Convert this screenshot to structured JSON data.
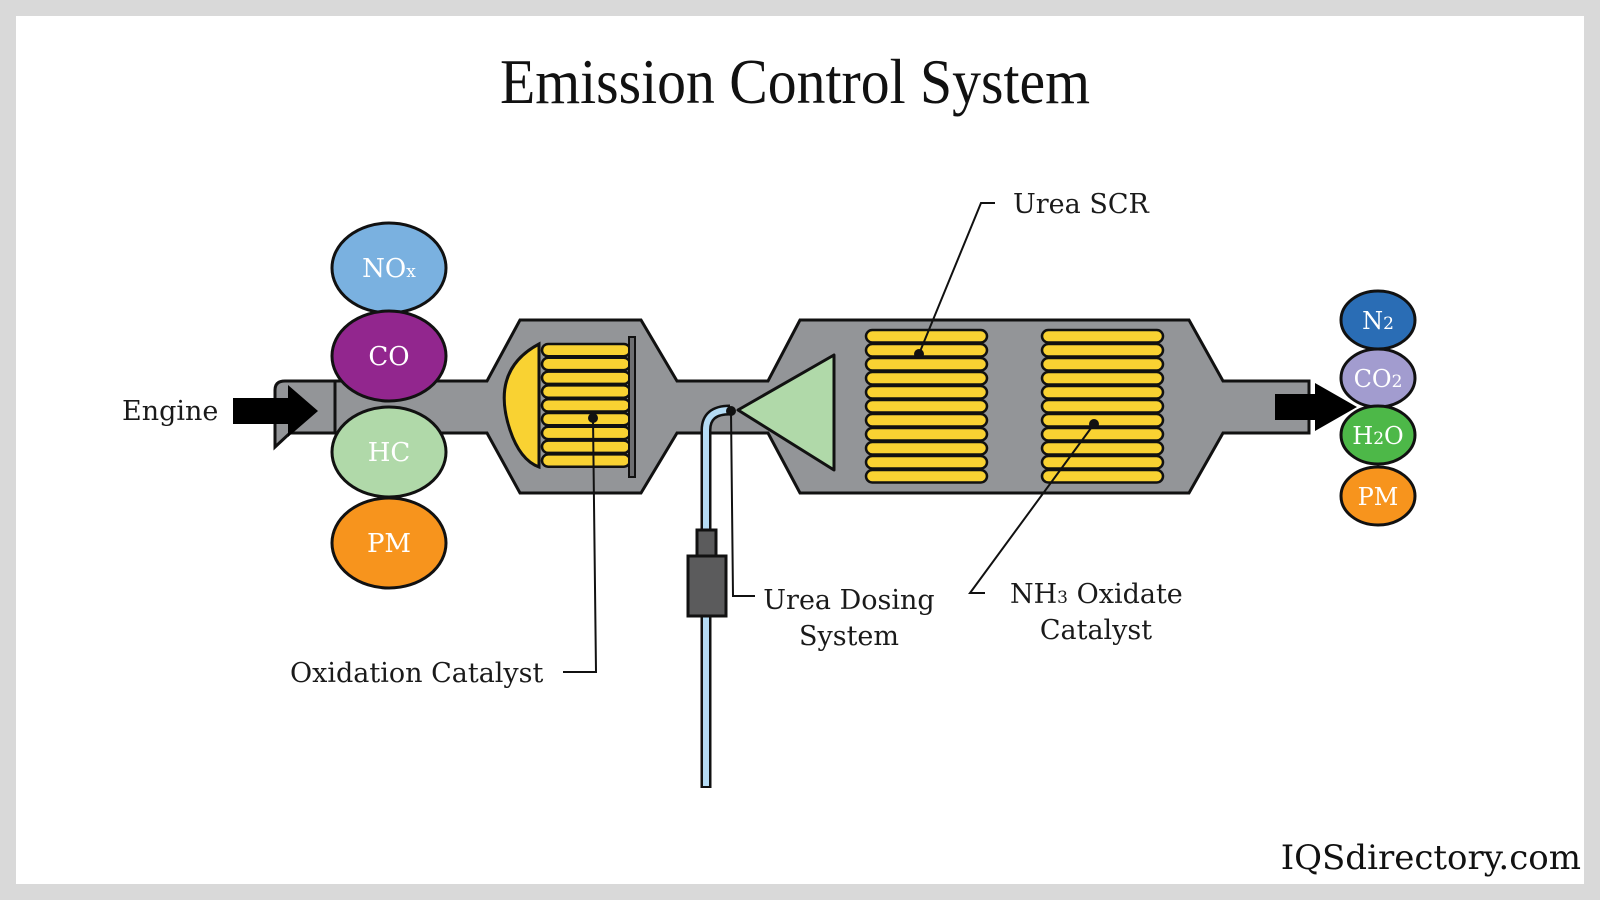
{
  "title": "Emission Control System",
  "watermark": "IQSdirectory.com",
  "colors": {
    "background_frame": "#d9d9d9",
    "shell": "#939598",
    "catalyst_brick": "#f9d232",
    "diffuser": "#b0d9a9",
    "urea_line": "#b5dcf5",
    "doser": "#5b5b5c",
    "outline": "#111111"
  },
  "labels": {
    "engine": "Engine",
    "oxidation_catalyst": "Oxidation Catalyst",
    "urea_dosing_line1": "Urea Dosing",
    "urea_dosing_line2": "System",
    "urea_scr": "Urea SCR",
    "nh3_main": "NH",
    "nh3_sub": "3",
    "nh3_rest": " Oxidate",
    "nh3_line2": "Catalyst"
  },
  "inputs": [
    {
      "base": "NO",
      "sub": "x",
      "color": "#7ab1e0"
    },
    {
      "base": "CO",
      "sub": "",
      "color": "#92268e"
    },
    {
      "base": "HC",
      "sub": "",
      "color": "#b0d9a9"
    },
    {
      "base": "PM",
      "sub": "",
      "color": "#f7941d"
    }
  ],
  "outputs": [
    {
      "base": "N",
      "sub": "2",
      "post": "",
      "color": "#2a6db5"
    },
    {
      "base": "CO",
      "sub": "2",
      "post": "",
      "color": "#a29ccf"
    },
    {
      "base": "H",
      "sub": "2",
      "post": "O",
      "color": "#4db848"
    },
    {
      "base": "PM",
      "sub": "",
      "post": "",
      "color": "#f7941d"
    }
  ],
  "components": {
    "oxidation_catalyst_bricks": 9,
    "urea_scr_bricks": 11,
    "nh3_oxidate_catalyst_bricks": 11
  }
}
